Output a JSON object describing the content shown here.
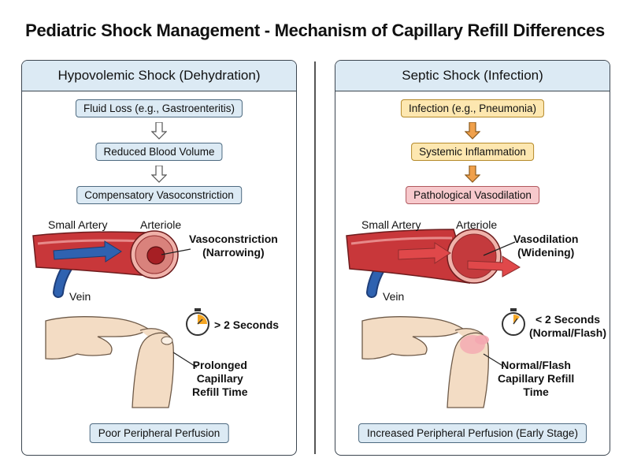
{
  "title": "Pediatric Shock Management - Mechanism of Capillary Refill Differences",
  "left": {
    "header": "Hypovolemic Shock (Dehydration)",
    "flow": [
      "Fluid Loss (e.g., Gastroenteritis)",
      "Reduced Blood Volume",
      "Compensatory Vasoconstriction"
    ],
    "vessel": {
      "small_artery": "Small Artery",
      "arteriole": "Arteriole",
      "vein": "Vein",
      "state": "Vasoconstriction",
      "state_sub": "(Narrowing)"
    },
    "timer": {
      "line1": "> 2 Seconds",
      "line2": ""
    },
    "refill": [
      "Prolonged",
      "Capillary",
      "Refill Time"
    ],
    "footer": "Poor Peripheral Perfusion",
    "arrow_color": "#ffffff",
    "timer_fill": 0.25
  },
  "right": {
    "header": "Septic Shock (Infection)",
    "flow": [
      "Infection (e.g., Pneumonia)",
      "Systemic Inflammation",
      "Pathological Vasodilation"
    ],
    "vessel": {
      "small_artery": "Small Artery",
      "arteriole": "Arteriole",
      "vein": "Vein",
      "state": "Vasodilation",
      "state_sub": "(Widening)"
    },
    "timer": {
      "line1": "< 2 Seconds",
      "line2": "(Normal/Flash)"
    },
    "refill": [
      "Normal/Flash",
      "Capillary Refill",
      "Time"
    ],
    "footer": "Increased Peripheral Perfusion (Early Stage)",
    "arrow_color": "#f0a04b",
    "timer_fill": 0.1
  },
  "colors": {
    "header_bg": "#dceaf4",
    "artery_red": "#c8373a",
    "vein_blue": "#2f62b0",
    "skin": "#f3dcc4",
    "flush_pink": "#f4a6b0"
  }
}
